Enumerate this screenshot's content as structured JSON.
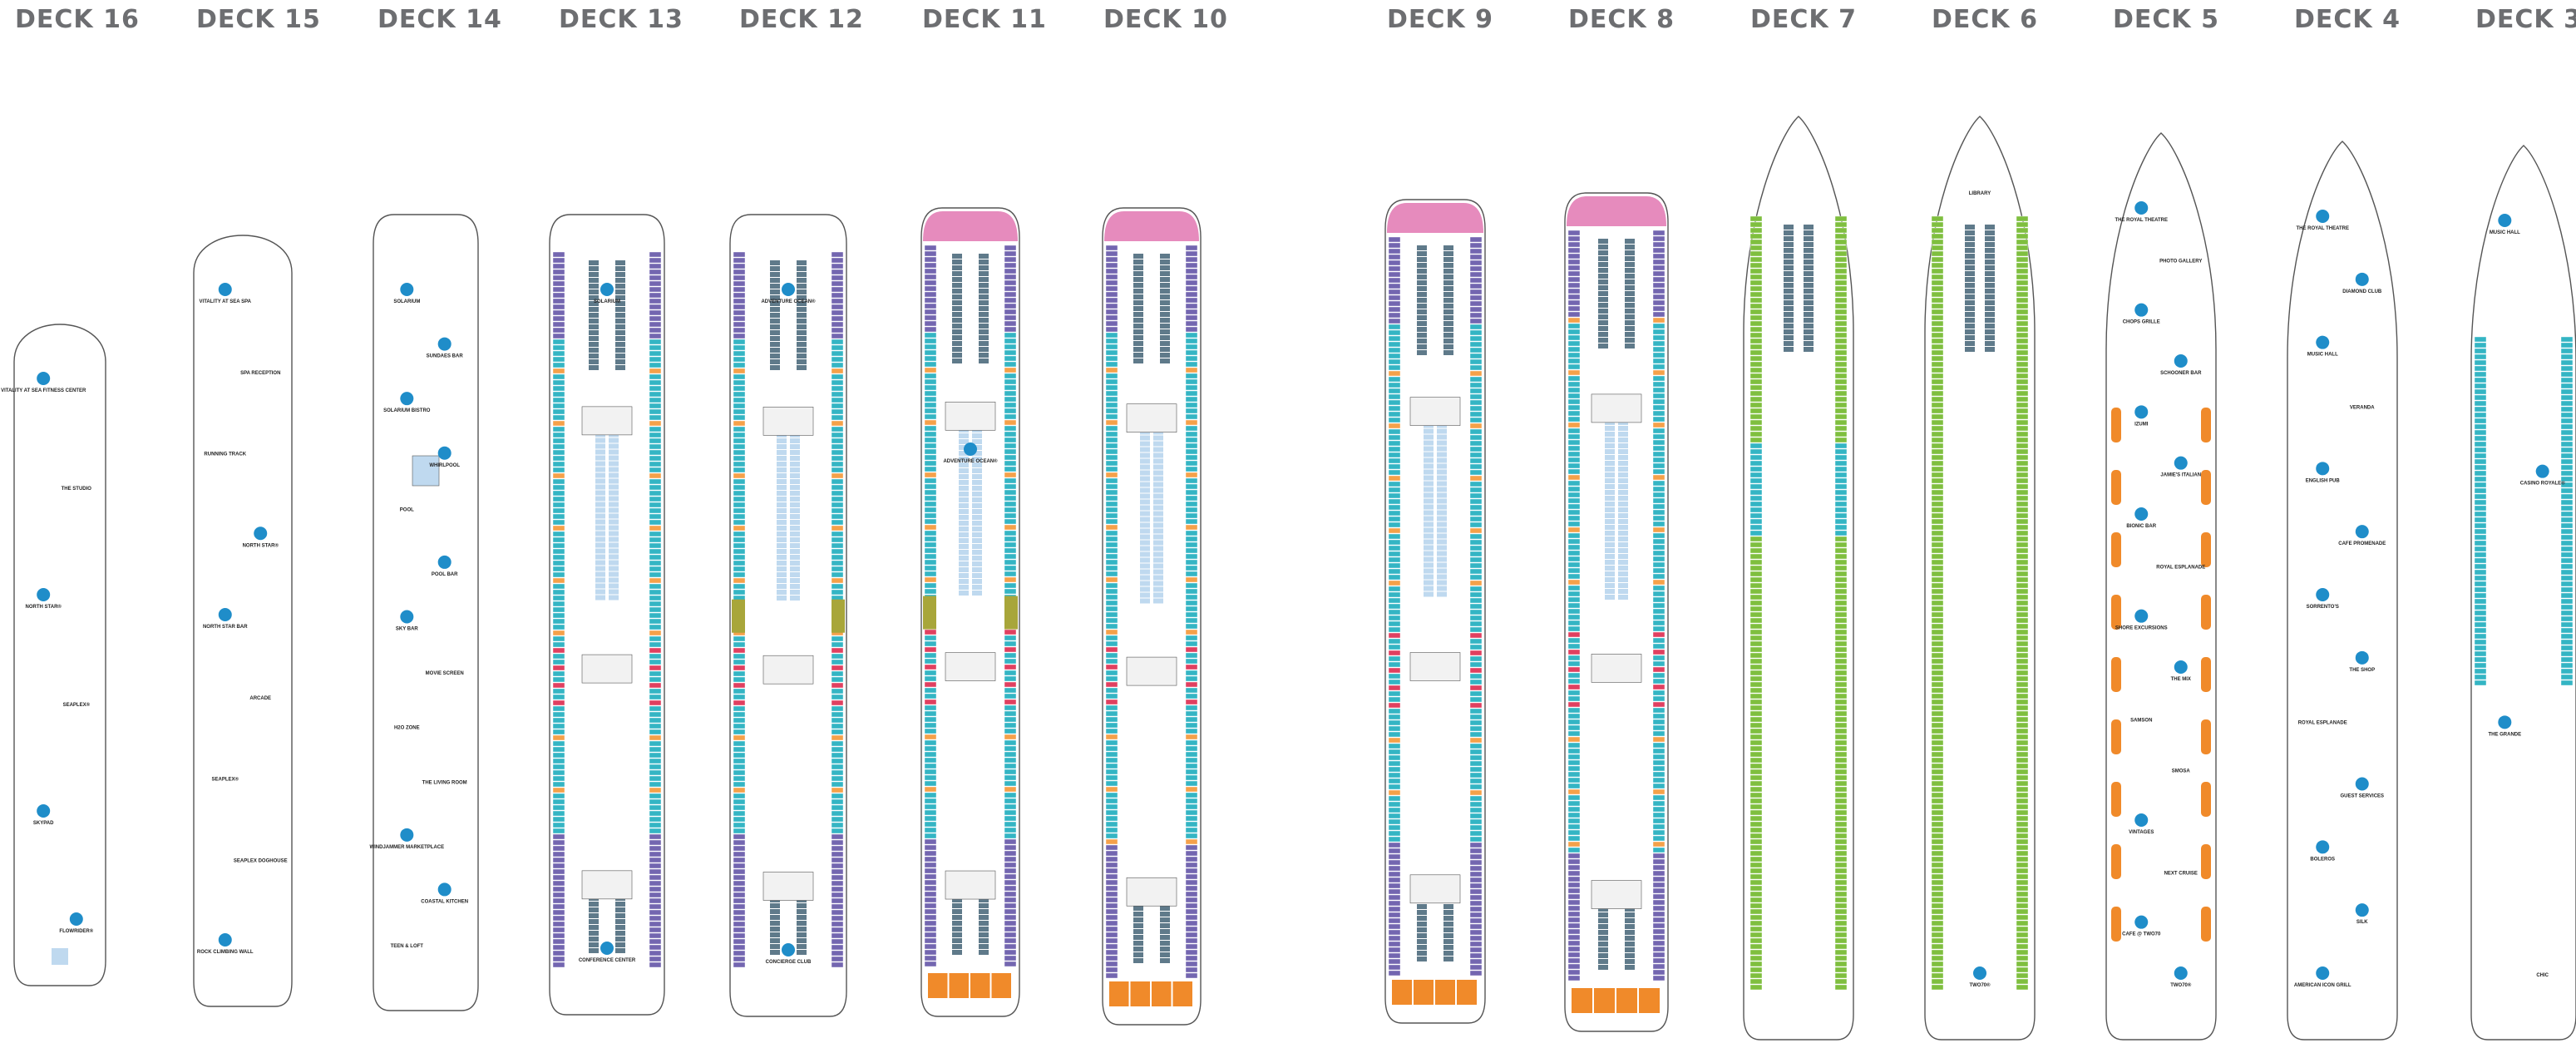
{
  "colors": {
    "hull": "#ffffff",
    "outline": "#555555",
    "interior": "#d8d8d8",
    "balcony_stateroom": "#34b5c4",
    "oceanview_stateroom": "#7366b0",
    "interior_stateroom": "#5f7a8a",
    "suite": "#e68bbd",
    "suite_aft": "#f08a2a",
    "deck7_stateroom": "#7fbf3f",
    "accessible": "#e04060",
    "amenity_icon": "#1f8dc9",
    "highlight": "#f5a14a",
    "olive_balcony": "#a8a63a",
    "water": "#bfd9ef",
    "title": "#6d6e71"
  },
  "decks": [
    {
      "title": "DECK 16",
      "labels": [
        {
          "text": "VITALITY AT SEA FITNESS CENTER",
          "icon": "runner-icon"
        },
        {
          "text": "THE STUDIO"
        },
        {
          "text": "NORTH STAR®",
          "icon": "north-star-icon"
        },
        {
          "text": "SEAPLEX®"
        },
        {
          "text": "SKYPAD",
          "icon": "skypad-icon"
        },
        {
          "text": "FLOWRIDER®",
          "icon": "flowrider-icon"
        }
      ]
    },
    {
      "title": "DECK 15",
      "labels": [
        {
          "text": "VITALITY AT SEA SPA",
          "icon": "spa-icon"
        },
        {
          "text": "SPA RECEPTION"
        },
        {
          "text": "RUNNING TRACK"
        },
        {
          "text": "NORTH STAR®",
          "icon": "north-star-icon"
        },
        {
          "text": "NORTH STAR BAR",
          "icon": "bar-icon"
        },
        {
          "text": "ARCADE"
        },
        {
          "text": "SEAPLEX®"
        },
        {
          "text": "SEAPLEX DOGHOUSE"
        },
        {
          "text": "ROCK CLIMBING WALL",
          "icon": "climbing-icon"
        }
      ]
    },
    {
      "title": "DECK 14",
      "labels": [
        {
          "text": "SOLARIUM",
          "icon": "solarium-icon"
        },
        {
          "text": "SUNDAES BAR",
          "icon": "icecream-icon"
        },
        {
          "text": "SOLARIUM BISTRO",
          "icon": "dining-icon"
        },
        {
          "text": "WHIRLPOOL",
          "icon": "whirlpool-icon"
        },
        {
          "text": "POOL"
        },
        {
          "text": "POOL BAR",
          "icon": "bar-icon"
        },
        {
          "text": "SKY BAR",
          "icon": "bar-icon"
        },
        {
          "text": "MOVIE SCREEN"
        },
        {
          "text": "H2O ZONE"
        },
        {
          "text": "THE LIVING ROOM"
        },
        {
          "text": "WINDJAMMER MARKETPLACE",
          "icon": "dining-icon"
        },
        {
          "text": "COASTAL KITCHEN",
          "icon": "dining-icon"
        },
        {
          "text": "TEEN & LOFT"
        }
      ]
    },
    {
      "title": "DECK 13",
      "labels": [
        {
          "text": "SOLARIUM",
          "icon": "solarium-icon"
        },
        {
          "text": "CONFERENCE CENTER",
          "icon": "conference-icon"
        }
      ]
    },
    {
      "title": "DECK 12",
      "labels": [
        {
          "text": "ADVENTURE OCEAN®",
          "icon": "adventure-icon"
        },
        {
          "text": "CONCIERGE CLUB",
          "icon": "concierge-icon"
        }
      ]
    },
    {
      "title": "DECK 11",
      "labels": [
        {
          "text": "ADVENTURE OCEAN®",
          "icon": "adventure-icon"
        }
      ]
    },
    {
      "title": "DECK 10",
      "labels": []
    },
    {
      "title": "DECK 9",
      "labels": []
    },
    {
      "title": "DECK 8",
      "labels": []
    },
    {
      "title": "DECK 7",
      "labels": []
    },
    {
      "title": "DECK 6",
      "labels": [
        {
          "text": "LIBRARY"
        },
        {
          "text": "TWO70®",
          "icon": "two70-icon"
        }
      ]
    },
    {
      "title": "DECK 5",
      "labels": [
        {
          "text": "THE ROYAL THEATRE",
          "icon": "theatre-icon"
        },
        {
          "text": "PHOTO GALLERY"
        },
        {
          "text": "CHOPS GRILLE",
          "icon": "dining-icon"
        },
        {
          "text": "SCHOONER BAR",
          "icon": "bar-icon"
        },
        {
          "text": "IZUMI",
          "icon": "dining-icon"
        },
        {
          "text": "JAMIE'S ITALIAN",
          "icon": "dining-icon"
        },
        {
          "text": "BIONIC BAR",
          "icon": "bar-icon"
        },
        {
          "text": "ROYAL ESPLANADE"
        },
        {
          "text": "SHORE EXCURSIONS",
          "icon": "info-icon"
        },
        {
          "text": "THE MIX",
          "icon": "dining-icon"
        },
        {
          "text": "SAMSON"
        },
        {
          "text": "SMOSA"
        },
        {
          "text": "VINTAGES",
          "icon": "wine-icon"
        },
        {
          "text": "NEXT CRUISE"
        },
        {
          "text": "CAFE @ TWO70",
          "icon": "cafe-icon"
        },
        {
          "text": "TWO70®",
          "icon": "two70-icon"
        }
      ]
    },
    {
      "title": "DECK 4",
      "labels": [
        {
          "text": "THE ROYAL THEATRE",
          "icon": "theatre-icon"
        },
        {
          "text": "DIAMOND CLUB",
          "icon": "diamond-icon"
        },
        {
          "text": "MUSIC HALL",
          "icon": "music-icon"
        },
        {
          "text": "VERANDA"
        },
        {
          "text": "ENGLISH PUB",
          "icon": "pub-icon"
        },
        {
          "text": "CAFE PROMENADE",
          "icon": "cafe-icon"
        },
        {
          "text": "SORRENTO'S",
          "icon": "dining-icon"
        },
        {
          "text": "THE SHOP",
          "icon": "shop-icon"
        },
        {
          "text": "ROYAL ESPLANADE"
        },
        {
          "text": "GUEST SERVICES",
          "icon": "info-icon"
        },
        {
          "text": "BOLEROS",
          "icon": "bar-icon"
        },
        {
          "text": "SILK",
          "icon": "dining-icon"
        },
        {
          "text": "AMERICAN ICON GRILL",
          "icon": "dining-icon"
        }
      ]
    },
    {
      "title": "DECK 3",
      "labels": [
        {
          "text": "MUSIC HALL",
          "icon": "music-icon"
        },
        {
          "text": "CASINO ROYALE®",
          "icon": "casino-icon"
        },
        {
          "text": "THE GRANDE",
          "icon": "dining-icon"
        },
        {
          "text": "CHIC"
        }
      ]
    }
  ]
}
